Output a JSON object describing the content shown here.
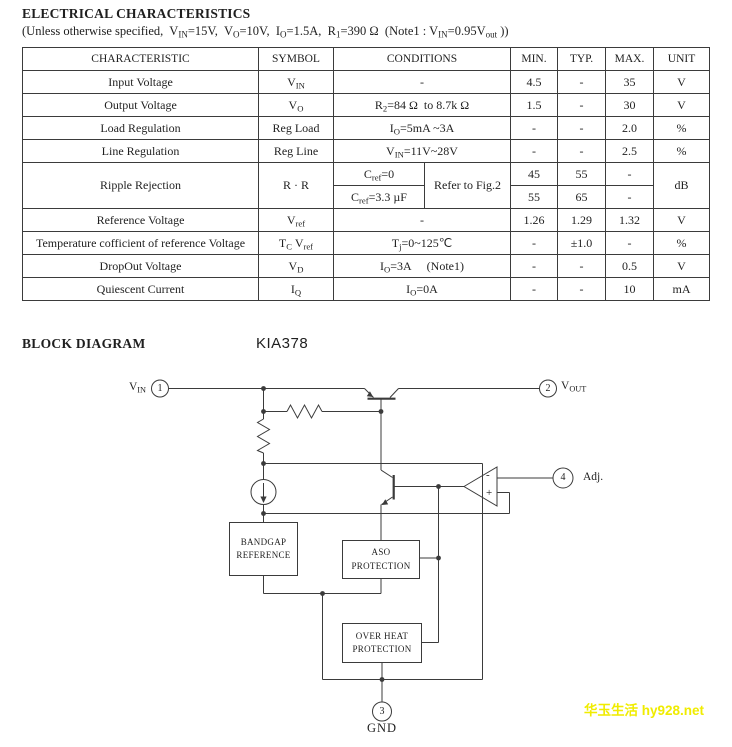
{
  "page": {
    "background": "#ffffff",
    "line_color": "#3b3b3b",
    "text_color": "#1f1f1f"
  },
  "header": {
    "title": "ELECTRICAL CHARACTERISTICS",
    "subtitle": "(Unless otherwise specified,  V_{IN}=15V,  V_{O}=10V,  I_{O}=1.5A,  R_{1}=390 Ω  (Note1 : V_{IN}=0.95V_{out} ))"
  },
  "table": {
    "headers": [
      "CHARACTERISTIC",
      "SYMBOL",
      "CONDITIONS",
      "MIN.",
      "TYP.",
      "MAX.",
      "UNIT"
    ],
    "rows": [
      {
        "characteristic": "Input Voltage",
        "symbol": "V_{IN}",
        "condition": "-",
        "min": "4.5",
        "typ": "-",
        "max": "35",
        "unit": "V"
      },
      {
        "characteristic": "Output Voltage",
        "symbol": "V_{O}",
        "condition": "R_{2}=84 Ω  to 8.7k Ω",
        "min": "1.5",
        "typ": "-",
        "max": "30",
        "unit": "V"
      },
      {
        "characteristic": "Load Regulation",
        "symbol": "Reg Load",
        "condition": "I_{O}=5mA ~3A",
        "min": "-",
        "typ": "-",
        "max": "2.0",
        "unit": "%"
      },
      {
        "characteristic": "Line Regulation",
        "symbol": "Reg Line",
        "condition": "V_{IN}=11V~28V",
        "min": "-",
        "typ": "-",
        "max": "2.5",
        "unit": "%"
      },
      {
        "characteristic": "Reference Voltage",
        "symbol": "V_{ref}",
        "condition": "-",
        "min": "1.26",
        "typ": "1.29",
        "max": "1.32",
        "unit": "V"
      },
      {
        "characteristic": "Temperature cofficient of reference Voltage",
        "symbol": "T_{C} V_{ref}",
        "condition": "T_{j}=0~125℃",
        "min": "-",
        "typ": "±1.0",
        "max": "-",
        "unit": "%"
      },
      {
        "characteristic": "DropOut Voltage",
        "symbol": "V_{D}",
        "condition": "I_{O}=3A     (Note1)",
        "min": "-",
        "typ": "-",
        "max": "0.5",
        "unit": "V"
      },
      {
        "characteristic": "Quiescent Current",
        "symbol": "I_{Q}",
        "condition": "I_{O}=0A",
        "min": "-",
        "typ": "-",
        "max": "10",
        "unit": "mA"
      }
    ],
    "ripple": {
      "characteristic": "Ripple Rejection",
      "symbol": "R · R",
      "cond1": "C_{ref}=0",
      "cond2": "C_{ref}=3.3 µF",
      "refer": "Refer to Fig.2",
      "row1": {
        "min": "45",
        "typ": "55",
        "max": "-"
      },
      "row2": {
        "min": "55",
        "typ": "65",
        "max": "-"
      },
      "unit": "dB"
    }
  },
  "diagram": {
    "heading": "BLOCK DIAGRAM",
    "part_number": "KIA378",
    "pin1": {
      "number": "1",
      "label": "V_{IN}"
    },
    "pin2": {
      "number": "2",
      "label": "V_{OUT}"
    },
    "pin3": {
      "number": "3",
      "label": "GND"
    },
    "pin4": {
      "number": "4",
      "label": "Adj."
    },
    "blocks": {
      "bandgap": {
        "line1": "BANDGAP",
        "line2": "REFERENCE"
      },
      "aso": {
        "line1": "ASO",
        "line2": "PROTECTION"
      },
      "overheat": {
        "line1": "OVER HEAT",
        "line2": "PROTECTION"
      }
    },
    "opamp": {
      "minus": "-",
      "plus": "+"
    }
  },
  "watermark": {
    "text_cn": "华玉生活",
    "text_site": "hy928.net",
    "color": "#f0ec00"
  }
}
